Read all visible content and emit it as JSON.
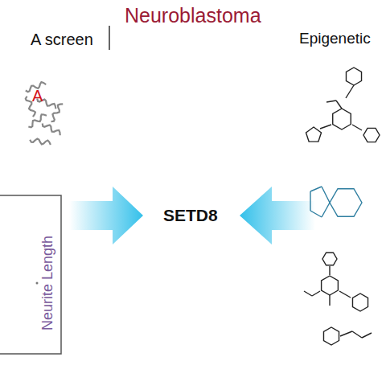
{
  "diagram": {
    "title": "Neuroblastoma",
    "nodes": [
      {
        "text": [
          "SETD8"
        ]
      }
    ],
    "labels": [
      "A screen",
      "Epigenetic",
      "A",
      "Neurite Length"
    ]
  }
}
